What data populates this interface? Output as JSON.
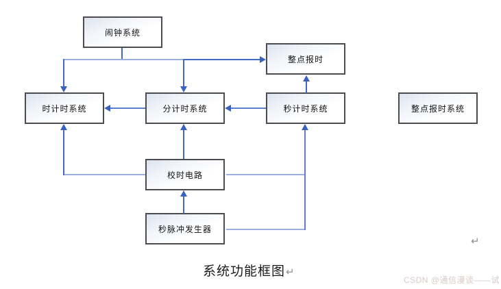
{
  "diagram": {
    "boxes": [
      {
        "id": "alarm-system",
        "label": "闹钟系统"
      },
      {
        "id": "hourly-chime",
        "label": "整点报时"
      },
      {
        "id": "hour-timing-system",
        "label": "时计时系统"
      },
      {
        "id": "minute-timing-system",
        "label": "分计时系统"
      },
      {
        "id": "second-timing-system",
        "label": "秒计时系统"
      },
      {
        "id": "hourly-chime-system",
        "label": "整点报时系统"
      },
      {
        "id": "calibration-circuit",
        "label": "校时电路"
      },
      {
        "id": "second-pulse-generator",
        "label": "秒脉冲发生器"
      }
    ],
    "edges": [
      {
        "from": "闹钟系统",
        "to": "时计时系统"
      },
      {
        "from": "闹钟系统",
        "to": "分计时系统"
      },
      {
        "from": "闹钟系统",
        "to": "整点报时"
      },
      {
        "from": "秒计时系统",
        "to": "分计时系统"
      },
      {
        "from": "分计时系统",
        "to": "时计时系统"
      },
      {
        "from": "秒计时系统",
        "to": "整点报时"
      },
      {
        "from": "校时电路",
        "to": "分计时系统"
      },
      {
        "from": "校时电路",
        "to": "时计时系统"
      },
      {
        "from": "校时电路",
        "to": "秒计时系统"
      },
      {
        "from": "秒脉冲发生器",
        "to": "校时电路"
      },
      {
        "from": "秒脉冲发生器",
        "to": "秒计时系统"
      }
    ],
    "caption": "系统功能框图",
    "line_break_mark": "↵"
  },
  "watermark": {
    "text": "CSDN @通信漫谈——试"
  },
  "colors": {
    "connector_light": "#9cb1de",
    "connector_dark": "#4169c1",
    "arrowhead": "#3a61bd",
    "box_border": "#4b4b50",
    "box_fill_tint": "#dde2ee",
    "watermark": "#d8cac8",
    "break_mark_gray": "#8f8f8f"
  }
}
